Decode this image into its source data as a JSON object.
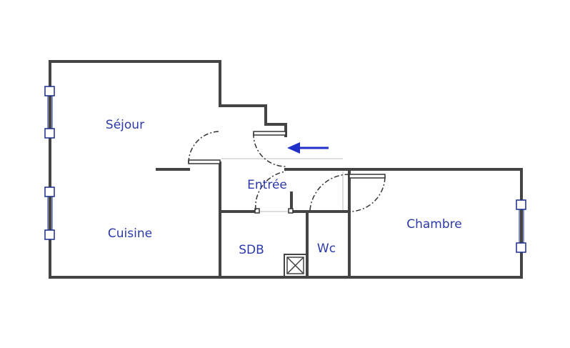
{
  "rooms": {
    "sejour": "Séjour",
    "entree": "Entrée",
    "cuisine": "Cuisine",
    "sdb": "SDB",
    "wc": "Wc",
    "chambre": "Chambre"
  },
  "colors": {
    "wall": "#444444",
    "label": "#2b3aa8",
    "arrow": "#1f2fc8"
  },
  "icons": {
    "entry": "arrow-left-icon"
  }
}
